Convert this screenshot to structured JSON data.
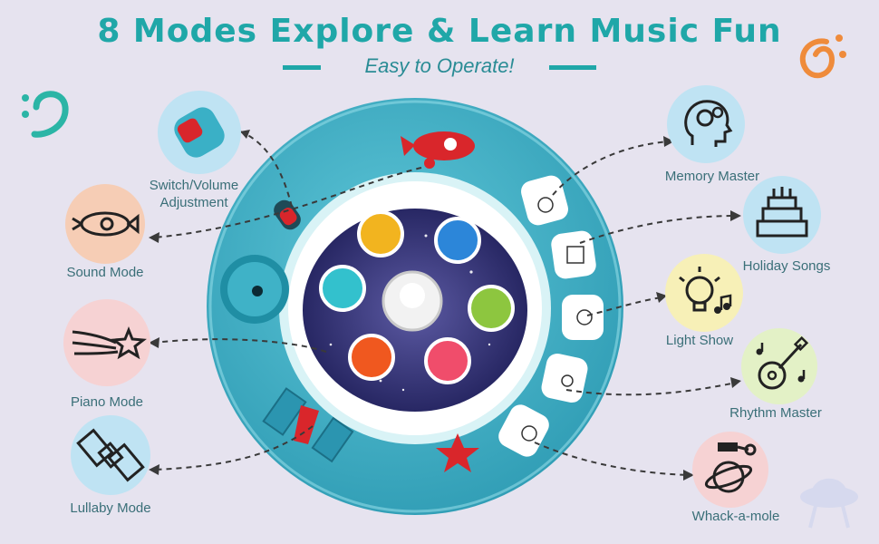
{
  "header": {
    "title": "8 Modes Explore & Learn Music Fun",
    "subtitle": "Easy to Operate!"
  },
  "modes": {
    "switch_volume": {
      "label_line1": "Switch/Volume",
      "label_line2": "Adjustment",
      "icon": "switch-icon"
    },
    "sound": {
      "label": "Sound Mode",
      "icon": "rocket-icon"
    },
    "piano": {
      "label": "Piano Mode",
      "icon": "shooting-star-icon"
    },
    "lullaby": {
      "label": "Lullaby Mode",
      "icon": "satellite-icon"
    },
    "memory": {
      "label": "Memory Master",
      "icon": "brain-head-icon"
    },
    "holiday": {
      "label": "Holiday Songs",
      "icon": "cake-icon"
    },
    "light": {
      "label": "Light Show",
      "icon": "bulb-music-icon"
    },
    "rhythm": {
      "label": "Rhythm Master",
      "icon": "guitar-icon"
    },
    "whack": {
      "label": "Whack-a-mole",
      "icon": "planet-hammer-icon"
    }
  },
  "colors": {
    "title": "#1fa7a8",
    "toy_blue": "#45b6cb",
    "peach": "#f6cdb5",
    "sky": "#bfe3f3",
    "yellow": "#f7f0b7",
    "lime": "#e3f1c6",
    "pink": "#f6d2d3"
  }
}
